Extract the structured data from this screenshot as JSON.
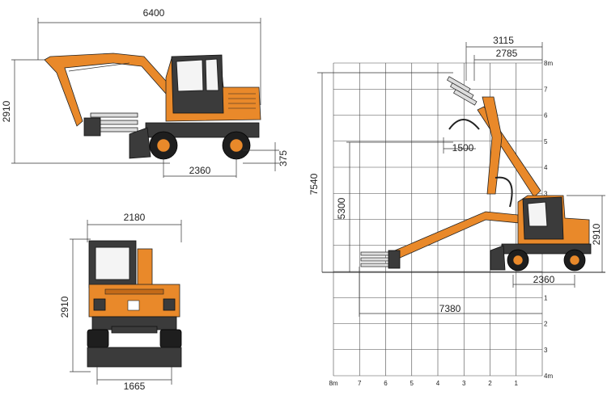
{
  "colors": {
    "machine": "#e9892a",
    "dark": "#3b3b3b",
    "line": "#333333"
  },
  "side_view": {
    "length": "6400",
    "height": "2910",
    "wheelbase": "2360",
    "clearance": "375"
  },
  "front_view": {
    "width": "2180",
    "height": "2910",
    "track": "1665"
  },
  "range_chart": {
    "dim_top_1": "3115",
    "dim_top_2": "2785",
    "reach_height": "7540",
    "grab_height": "5300",
    "grab_offset": "1500",
    "machine_height": "2910",
    "wheelbase": "2360",
    "max_reach": "7380",
    "y_ticks": [
      "8m",
      "7",
      "6",
      "5",
      "4",
      "3",
      "2",
      "1",
      "1",
      "2",
      "3",
      "4m"
    ],
    "x_ticks": [
      "8m",
      "7",
      "6",
      "5",
      "4",
      "3",
      "2",
      "1"
    ]
  }
}
